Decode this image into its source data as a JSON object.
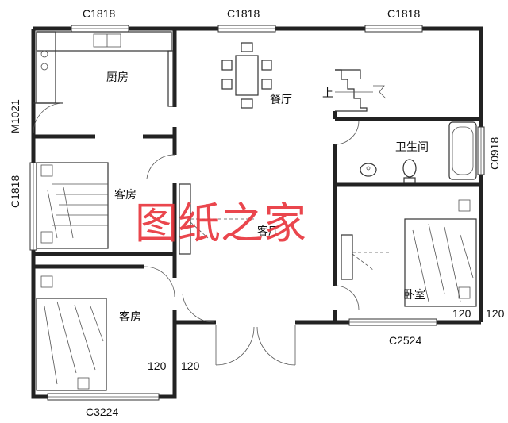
{
  "window_labels": {
    "top_left": "C1818",
    "top_middle": "C1818",
    "top_right": "C1818",
    "left_mid": "C1818",
    "right_bath": "C0918",
    "bottom_right": "C2524",
    "bottom_left": "C3224"
  },
  "door_labels": {
    "left_kitchen": "M1021"
  },
  "rooms": {
    "kitchen": "厨房",
    "dining": "餐厅",
    "bathroom": "卫生间",
    "guest_room_upper": "客房",
    "living_room": "客厅",
    "bedroom": "卧室",
    "guest_room_lower": "客房"
  },
  "stair_label": "上",
  "dimensions": {
    "d1": "120",
    "d2": "120",
    "d3": "120",
    "d4": "120"
  },
  "watermark": "图纸之家"
}
